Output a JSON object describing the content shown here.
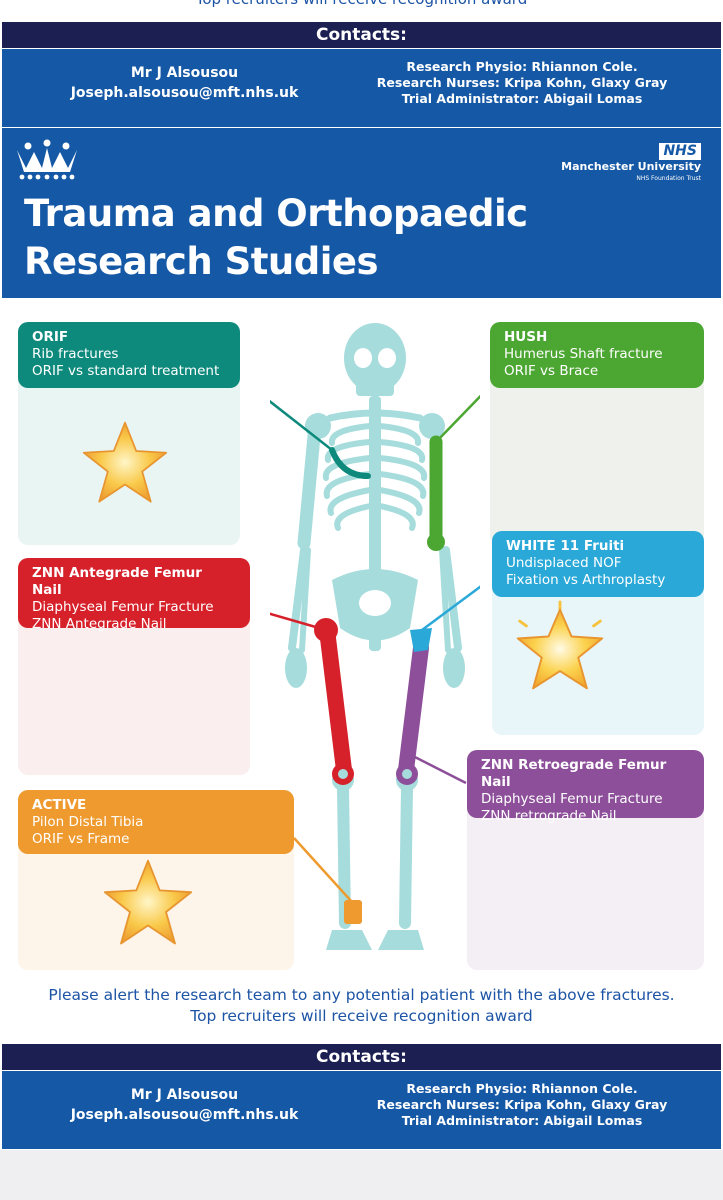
{
  "top_note": "Top recruiters will receive recognition award",
  "contacts": {
    "heading": "Contacts:",
    "name": "Mr J Alsousou",
    "email": "Joseph.alsousou@mft.nhs.uk",
    "physio": "Research Physio: Rhiannon Cole.",
    "nurses": "Research Nurses:  Kripa Kohn, Glaxy Gray",
    "admin": "Trial Administrator: Abigail Lomas"
  },
  "header": {
    "title_line1": "Trauma and Orthopaedic",
    "title_line2": "Research Studies",
    "nhs": "NHS",
    "trust": "Manchester University",
    "trust_sub": "NHS Foundation Trust"
  },
  "studies": {
    "orif": {
      "title": "ORIF",
      "line1": "Rib fractures",
      "line2": "ORIF vs standard treatment",
      "color": "#0e8a7d",
      "bg": "#e9f5f3"
    },
    "hush": {
      "title": "HUSH",
      "line1": "Humerus Shaft fracture",
      "line2": "ORIF vs Brace",
      "color": "#4ca632",
      "bg": "#eff2ec"
    },
    "white": {
      "title": "WHITE 11 Fruiti",
      "line1": "Undisplaced NOF",
      "line2": "Fixation vs Arthroplasty",
      "color": "#2aa8d8",
      "bg": "#e8f5f9"
    },
    "antegrade": {
      "title": "ZNN Antegrade Femur Nail",
      "line1": "Diaphyseal Femur Fracture",
      "line2": "ZNN Antegrade Nail",
      "color": "#d6202a",
      "bg": "#fbeeee"
    },
    "retrograde": {
      "title": "ZNN Retroegrade Femur Nail",
      "line1": "Diaphyseal Femur Fracture",
      "line2": "ZNN retrograde Nail",
      "color": "#8d4f9a",
      "bg": "#f4eef5"
    },
    "active": {
      "title": "ACTIVE",
      "line1": "Pilon Distal Tibia",
      "line2": "ORIF vs Frame",
      "color": "#ee9a2e",
      "bg": "#fdf4ea"
    }
  },
  "footer": {
    "line1": "Please alert the research team to any potential patient with the above fractures.",
    "line2": "Top recruiters will receive recognition award"
  },
  "icons": [
    "star-icon",
    "nhs-logo",
    "crown-logo",
    "skeleton-illustration"
  ]
}
